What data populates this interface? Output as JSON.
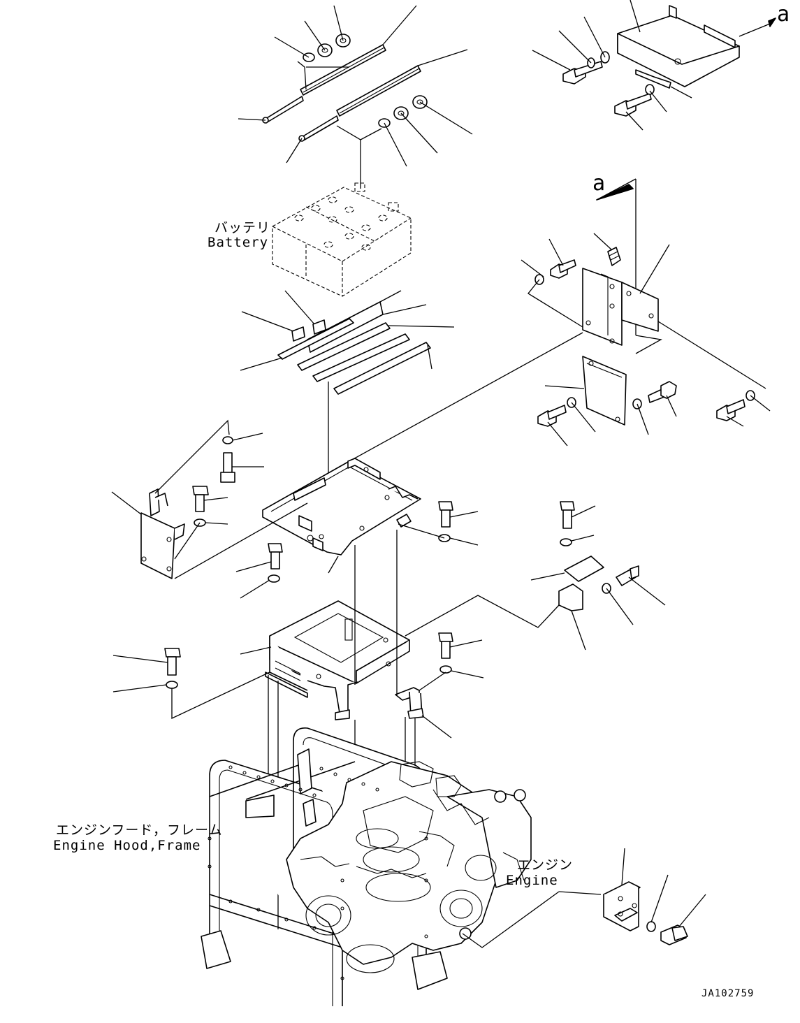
{
  "labels": {
    "battery_jp": "バッテリ",
    "battery_en": "Battery",
    "engine_hood_jp": "エンジンフード，フレーム",
    "engine_hood_en": "Engine Hood,Frame",
    "engine_jp": "エンジン",
    "engine_en": "Engine",
    "view_ref_top": "a",
    "view_ref_mid": "a",
    "drawing_code": "JA102759"
  }
}
